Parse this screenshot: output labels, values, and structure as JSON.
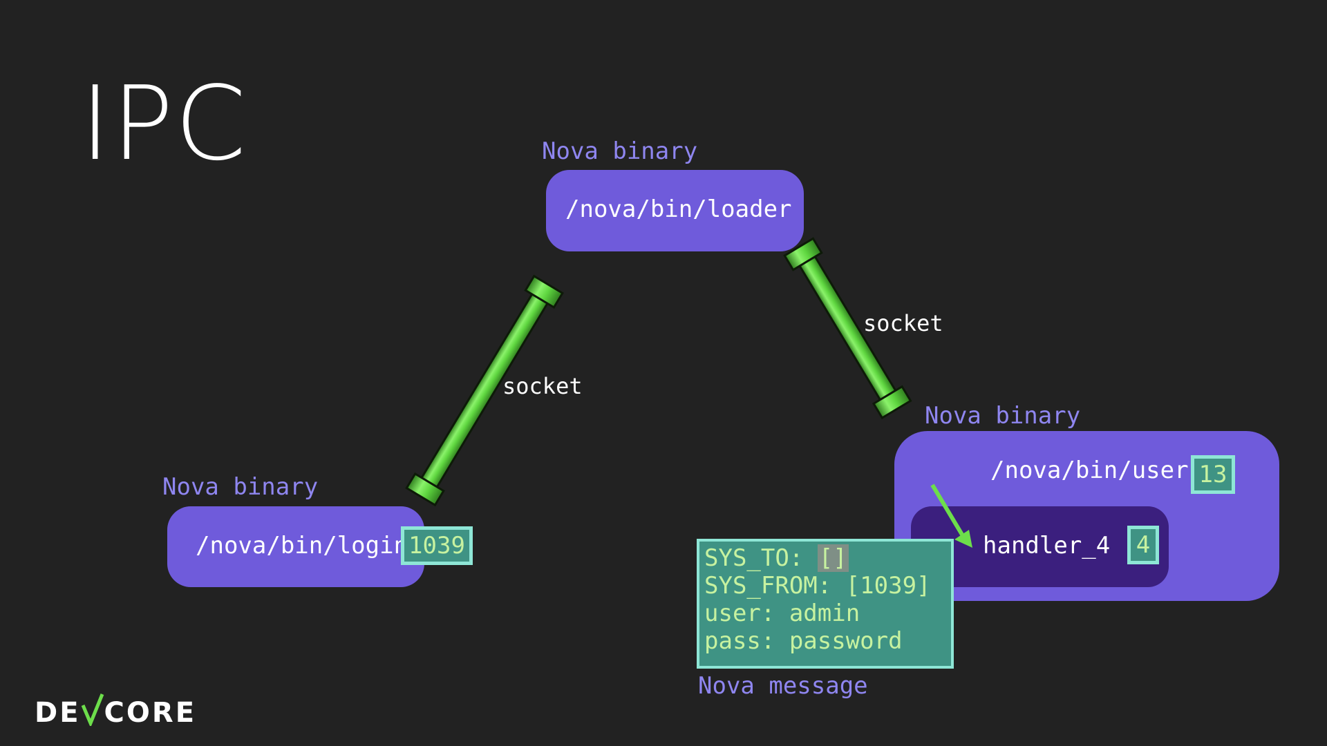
{
  "slide": {
    "title": "IPC"
  },
  "nodes": {
    "loader": {
      "caption": "Nova binary",
      "path": "/nova/bin/loader"
    },
    "login": {
      "caption": "Nova binary",
      "path": "/nova/bin/login",
      "badge": "1039"
    },
    "user": {
      "caption": "Nova binary",
      "path": "/nova/bin/user",
      "badge": "13",
      "handler": {
        "label": "handler_4",
        "badge": "4"
      }
    }
  },
  "sockets": {
    "left_label": "socket",
    "right_label": "socket"
  },
  "message": {
    "caption": "Nova message",
    "sys_to_key": "SYS_TO: ",
    "sys_to_value": "[]",
    "sys_from": "SYS_FROM: [1039]",
    "user": "user: admin",
    "pass": "pass: password"
  },
  "logo": {
    "text_left": "DE",
    "text_right": "CORE",
    "accent": "#6dde4b"
  },
  "colors": {
    "background": "#222222",
    "node": "#6f5bdb",
    "inner_node": "#3b1f7e",
    "caption": "#8f86f0",
    "pipe": "#5fd640",
    "badge_fill": "#3f9384",
    "badge_border": "#8ee6d6"
  }
}
